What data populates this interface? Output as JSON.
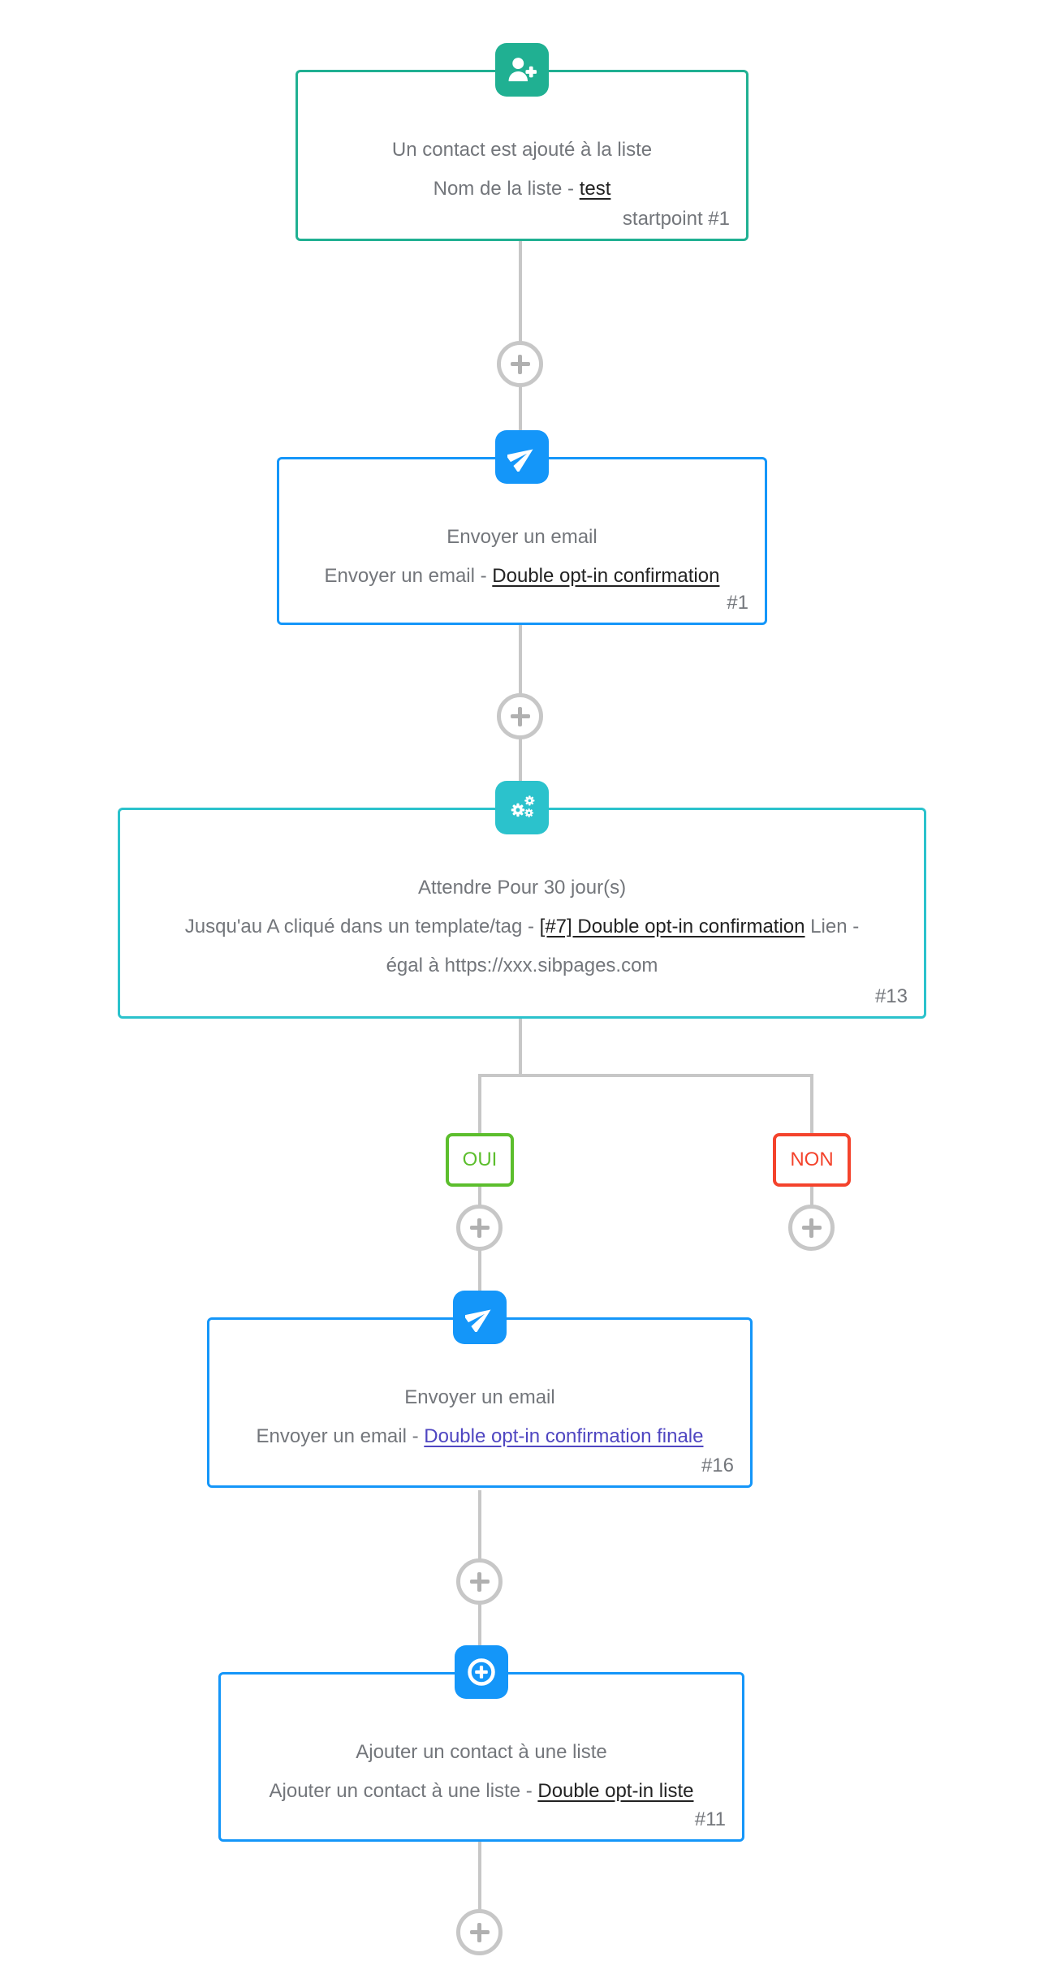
{
  "workflow": {
    "nodes": [
      {
        "title": "Un contact est ajouté à la liste",
        "desc_prefix": "Nom de la liste - ",
        "desc_link": "test",
        "desc_suffix": "",
        "id_label": "startpoint #1",
        "icon": "user-plus-icon",
        "accent": "#20b092",
        "link_color": "#222222"
      },
      {
        "title": "Envoyer un email",
        "desc_prefix": "Envoyer un email - ",
        "desc_link": "Double opt-in confirmation",
        "desc_suffix": "",
        "id_label": "#1",
        "icon": "send-icon",
        "accent": "#1496f9",
        "link_color": "#222222"
      },
      {
        "title": "Attendre Pour 30 jour(s)",
        "desc_prefix": "Jusqu'au A cliqué dans un template/tag - ",
        "desc_link": "[#7] Double opt-in confirmation",
        "desc_suffix": " Lien -",
        "desc_line2": "égal à https://xxx.sibpages.com",
        "id_label": "#13",
        "icon": "cogs-icon",
        "accent": "#2bc2cc",
        "link_color": "#222222"
      },
      {
        "title": "Envoyer un email",
        "desc_prefix": "Envoyer un email - ",
        "desc_link": "Double opt-in confirmation finale",
        "desc_suffix": "",
        "id_label": "#16",
        "icon": "send-icon",
        "accent": "#1496f9",
        "link_color": "#4f46c1"
      },
      {
        "title": "Ajouter un contact à une liste",
        "desc_prefix": "Ajouter un contact à une liste - ",
        "desc_link": "Double opt-in liste",
        "desc_suffix": "",
        "id_label": "#11",
        "icon": "plus-circle-icon",
        "accent": "#1496f9",
        "link_color": "#222222"
      }
    ],
    "branches": {
      "yes": {
        "label": "OUI",
        "color": "#5cbe2d"
      },
      "no": {
        "label": "NON",
        "color": "#f4432c"
      }
    },
    "add_step": {
      "icon": "plus-icon"
    },
    "colors": {
      "connector": "#c7c7c7",
      "plus_glyph": "#b0b0b0",
      "text": "#73767b",
      "link_dark": "#222222",
      "link_purple": "#4f46c1"
    }
  }
}
